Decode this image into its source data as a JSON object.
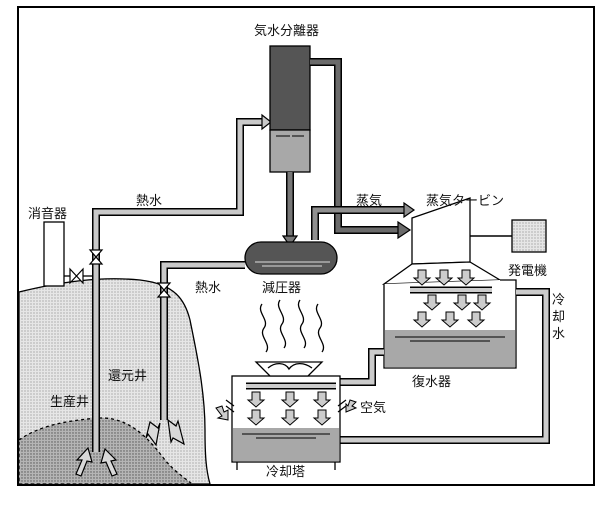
{
  "labels": {
    "separator": "気水分離器",
    "muffler": "消音器",
    "hot_water_top": "熱水",
    "steam": "蒸気",
    "turbine": "蒸気タービン",
    "generator": "発電機",
    "hot_water_mid": "熱水",
    "flash_tank": "減圧器",
    "cooling_water": "冷\n却\n水",
    "reinjection_well": "還元井",
    "production_well": "生産井",
    "air": "空気",
    "condenser": "復水器",
    "cooling_tower": "冷却塔"
  }
}
